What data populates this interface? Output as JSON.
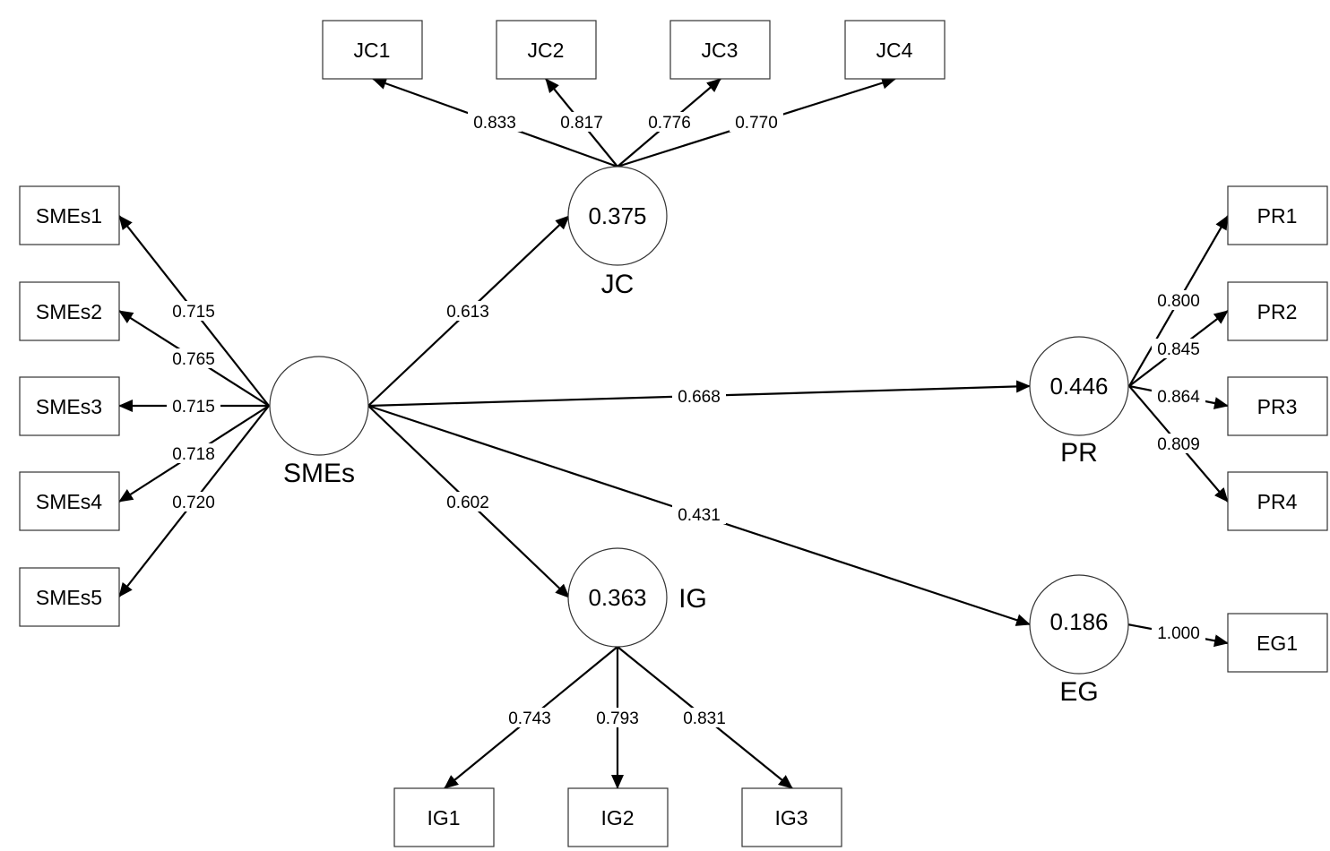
{
  "latent": {
    "SMEs": {
      "name": "SMEs",
      "value": ""
    },
    "JC": {
      "name": "JC",
      "value": "0.375"
    },
    "IG": {
      "name": "IG",
      "value": "0.363"
    },
    "PR": {
      "name": "PR",
      "value": "0.446"
    },
    "EG": {
      "name": "EG",
      "value": "0.186"
    }
  },
  "indicators": {
    "SMEs1": "SMEs1",
    "SMEs2": "SMEs2",
    "SMEs3": "SMEs3",
    "SMEs4": "SMEs4",
    "SMEs5": "SMEs5",
    "JC1": "JC1",
    "JC2": "JC2",
    "JC3": "JC3",
    "JC4": "JC4",
    "PR1": "PR1",
    "PR2": "PR2",
    "PR3": "PR3",
    "PR4": "PR4",
    "IG1": "IG1",
    "IG2": "IG2",
    "IG3": "IG3",
    "EG1": "EG1"
  },
  "paths": {
    "SMEs_JC": "0.613",
    "SMEs_PR": "0.668",
    "SMEs_IG": "0.602",
    "SMEs_EG": "0.431"
  },
  "loadings": {
    "SMEs1": "0.715",
    "SMEs2": "0.765",
    "SMEs3": "0.715",
    "SMEs4": "0.718",
    "SMEs5": "0.720",
    "JC1": "0.833",
    "JC2": "0.817",
    "JC3": "0.776",
    "JC4": "0.770",
    "PR1": "0.800",
    "PR2": "0.845",
    "PR3": "0.864",
    "PR4": "0.809",
    "IG1": "0.743",
    "IG2": "0.793",
    "IG3": "0.831",
    "EG1": "1.000"
  }
}
